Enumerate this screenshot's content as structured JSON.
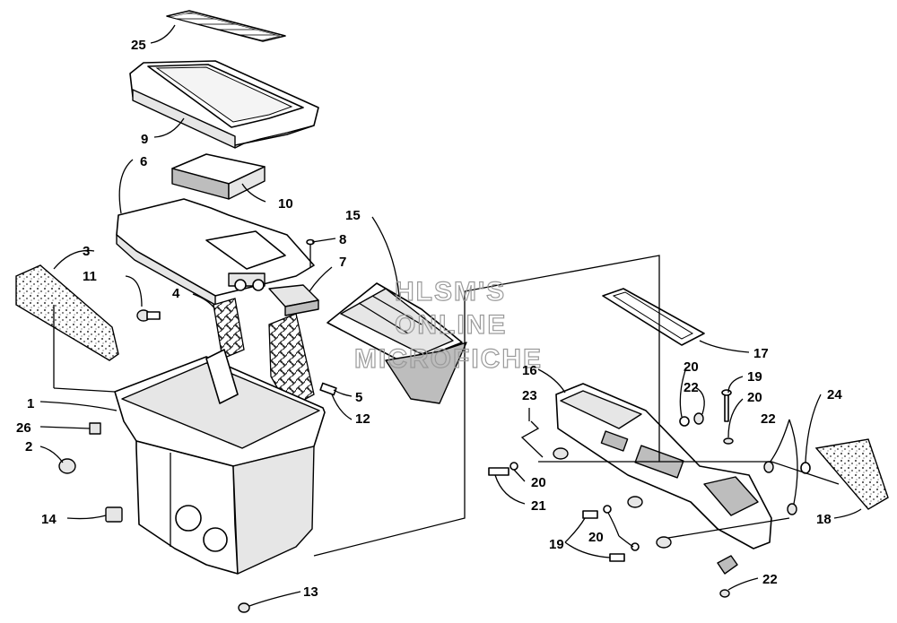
{
  "watermark": [
    "HLSM'S",
    "ONLINE",
    "MICROFICHE"
  ],
  "callouts": [
    "25",
    "9",
    "6",
    "10",
    "8",
    "7",
    "3",
    "11",
    "4",
    "15",
    "5",
    "12",
    "1",
    "26",
    "2",
    "14",
    "13",
    "17",
    "16",
    "20",
    "19",
    "22",
    "20",
    "24",
    "23",
    "22",
    "20",
    "21",
    "19",
    "20",
    "18",
    "22"
  ]
}
